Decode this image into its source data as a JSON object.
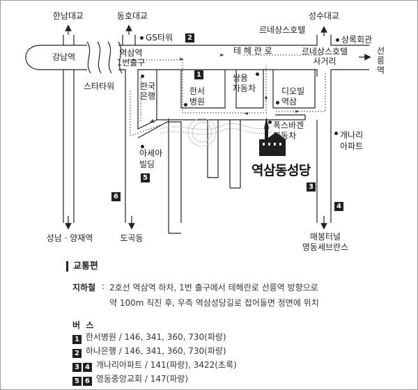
{
  "map": {
    "markers": {
      "b1": "1",
      "b2": "2",
      "b3": "3",
      "b4": "4",
      "b5": "5",
      "b6": "6"
    },
    "labels": {
      "hannam_bridge": "한남대교",
      "dongho_bridge": "동호대교",
      "seongsu_bridge": "성수대교",
      "gangnam_station": "강남역",
      "gs_tower": "GS타워",
      "renaissance_hotel_top": "르네상스호텔",
      "sangnok_hall": "상록회관",
      "yeoksam_exit1": "역삼역\n1번출구",
      "teheran_ro": "테 헤 란 로",
      "renaissance_intersection": "르네상스호텔\n사거리",
      "seolleung_station": "선릉역",
      "star_tower": "스타타워",
      "bank_of_korea": "한국\n은행",
      "hanseo_hospital": "한서\n병원",
      "ssangyong_motors": "쌍용\n자동차",
      "diovil_yeoksam": "디오빌\n역삼",
      "vw_motors": "폭스바겐\n자동차",
      "gaenari_apt": "개나리\n아파트",
      "asea_building": "아세아\n빌딩",
      "seongnam_yangjae": "성남 · 양재역",
      "dogok_dong": "도곡동",
      "maebong_tunnel": "매봉터널\n영동세브란스",
      "church": "역삼동성당"
    }
  },
  "transport": {
    "title": "교통편",
    "subway_label": "지하철",
    "subway_line1": "2호선 역삼역 하차, 1번 출구에서 테헤란로 선릉역 방향으로",
    "subway_line2": "약 100m 직진 후, 우측 역삼성당길로 접어들면 정면에 위치",
    "bus_label": "버  스",
    "bus_routes": [
      {
        "markers": [
          "1"
        ],
        "text": "한서병원 / 146, 341, 360, 730(파랑)"
      },
      {
        "markers": [
          "2"
        ],
        "text": "하나은행 / 146, 341, 360, 730(파랑)"
      },
      {
        "markers": [
          "3",
          "4"
        ],
        "text": "개나리아파트 / 141(파랑), 3422(초록)"
      },
      {
        "markers": [
          "5",
          "6"
        ],
        "text": "영동중앙교회 / 147(파랑)"
      }
    ]
  }
}
